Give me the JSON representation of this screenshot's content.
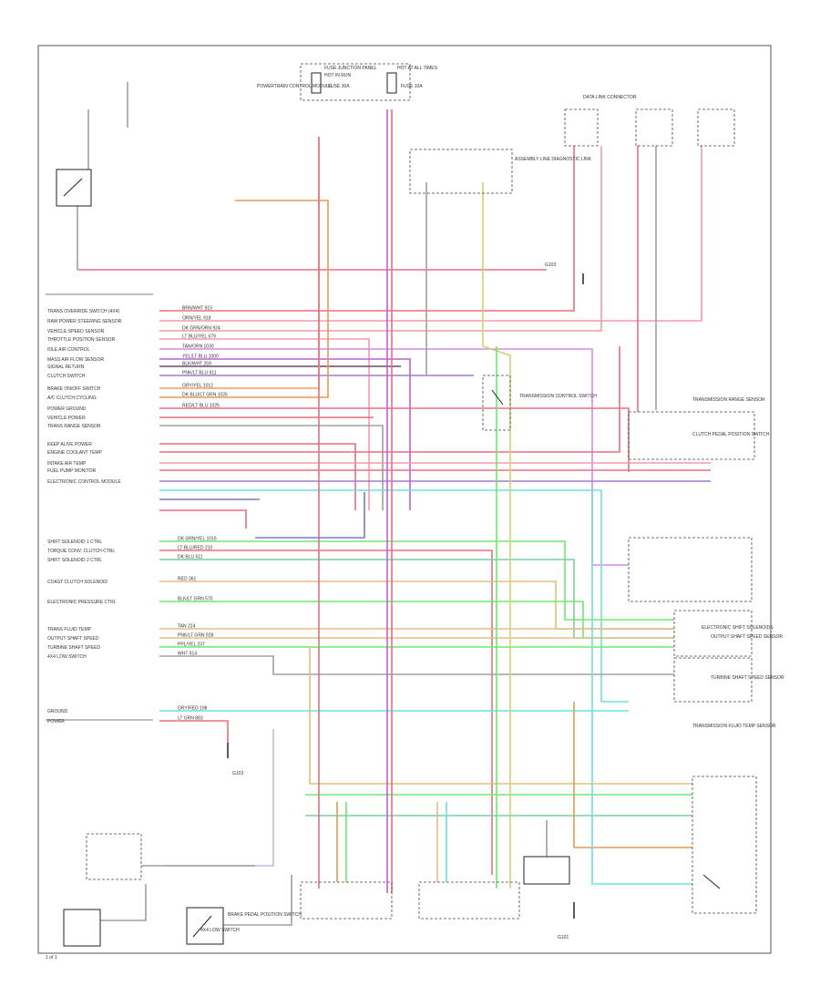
{
  "diagram": {
    "pin_labels": [
      "TRANS OVERRIDE SWITCH (4X4)",
      "RAW POWER STEERING SENSOR",
      "VEHICLE SPEED SENSOR",
      "THROTTLE POSITION SENSOR",
      "IDLE AIR CONTROL",
      "MASS AIR FLOW SENSOR",
      "SIGNAL RETURN",
      "CLUTCH SWITCH",
      "BRAKE ON/OFF SWITCH",
      "A/C CLUTCH CYCLING",
      "POWER GROUND",
      "VEHICLE POWER",
      "TRANS RANGE SENSOR",
      "KEEP ALIVE POWER",
      "ENGINE COOLANT TEMP",
      "INTAKE AIR TEMP",
      "FUEL PUMP MONITOR",
      "ELECTRONIC CONTROL MODULE",
      "SHIFT SOLENOID 1 CTRL",
      "TORQUE CONV. CLUTCH CTRL",
      "SHIFT SOLENOID 2 CTRL",
      "COAST CLUTCH SOLENOID",
      "ELECTRONIC PRESSURE CTRL",
      "TRANS FLUID TEMP",
      "OUTPUT SHAFT SPEED",
      "TURBINE SHAFT SPEED",
      "4X4 LOW SWITCH",
      "GROUND",
      "POWER"
    ],
    "wire_labels": [
      "DK GRN/YEL 1016",
      "LT BLU/RED 210",
      "DK BLU 511",
      "RED 361",
      "BLK/LT GRN 570",
      "TAN 224",
      "PNK/LT GRN 928",
      "PPL/YEL 237",
      "WHT 914",
      "GRY/RED 198",
      "LT GRN 883",
      "BRN/WHT 915",
      "ORN/YEL 918",
      "DK GRN/ORN 924",
      "LT BLU/YEL 679",
      "TAN/ORN 1030",
      "YEL/LT BLU 1000",
      "BLK/WHT 259",
      "PNK/LT BLU 911",
      "GRY/YEL 1012",
      "DK BLU/LT GRN 1026",
      "RED/LT BLU 1025"
    ],
    "component_labels": [
      "FUSE JUNCTION PANEL",
      "HOT IN RUN",
      "HOT AT ALL TIMES",
      "FUSE 30A",
      "FUSE 10A",
      "POWERTRAIN CONTROL MODULE",
      "TRANSMISSION RANGE SENSOR",
      "ASSEMBLY LINE DIAGNOSTIC LINK",
      "DATA LINK CONNECTOR",
      "ELECTRONIC SHIFT SOLENOIDS",
      "TRANSMISSION FLUID TEMP SENSOR",
      "OUTPUT SHAFT SPEED SENSOR",
      "TURBINE SHAFT SPEED SENSOR",
      "BRAKE PEDAL POSITION SWITCH",
      "TRANSMISSION CONTROL SWITCH",
      "CLUTCH PEDAL POSITION SWITCH",
      "4X4 LOW SWITCH",
      "G101",
      "G102",
      "G103"
    ],
    "footer": "1 of 1"
  }
}
